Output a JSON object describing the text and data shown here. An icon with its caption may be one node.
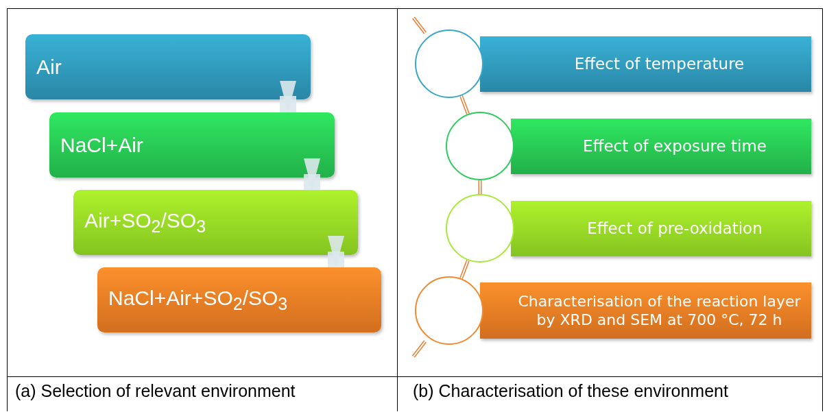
{
  "diagram": {
    "nodes": [
      {
        "text": [
          "Air"
        ]
      },
      {
        "text": [
          "NaCl+Air"
        ]
      },
      {
        "text": [
          "Air+SO$_{2}$/SO$_{3}$"
        ]
      },
      {
        "text": [
          "NaCl+Air+SO$_{2}$/SO$_{3}$"
        ]
      },
      {
        "text": [
          "Effect of temperature"
        ]
      },
      {
        "text": [
          "Effect of exposure time"
        ]
      },
      {
        "text": [
          "Effect of pre-oxidation"
        ]
      },
      {
        "text": [
          "Characterisation of the reaction layer by XRD and SEM at 700 °C, 72 h"
        ]
      },
      {
        "text": [],
        "shape": "circle"
      },
      {
        "text": [],
        "shape": "circle"
      },
      {
        "text": [],
        "shape": "circle"
      },
      {
        "text": [],
        "shape": "circle"
      }
    ],
    "edges": [
      {
        "from": 0,
        "to": 1,
        "arrow": "to",
        "style": "thick"
      },
      {
        "from": 1,
        "to": 2,
        "arrow": "to",
        "style": "thick"
      },
      {
        "from": 2,
        "to": 3,
        "arrow": "to",
        "style": "thick"
      },
      {
        "from": 8,
        "to": 9,
        "arrow": "none",
        "color": "#ed7d31"
      },
      {
        "from": 9,
        "to": 10,
        "arrow": "none",
        "color": "#ed7d31"
      },
      {
        "from": 10,
        "to": 11,
        "arrow": "none",
        "color": "#ed7d31"
      }
    ],
    "labels": [
      "(a) Selection of relevant environment",
      "(b) Characterisation of these environment"
    ]
  }
}
